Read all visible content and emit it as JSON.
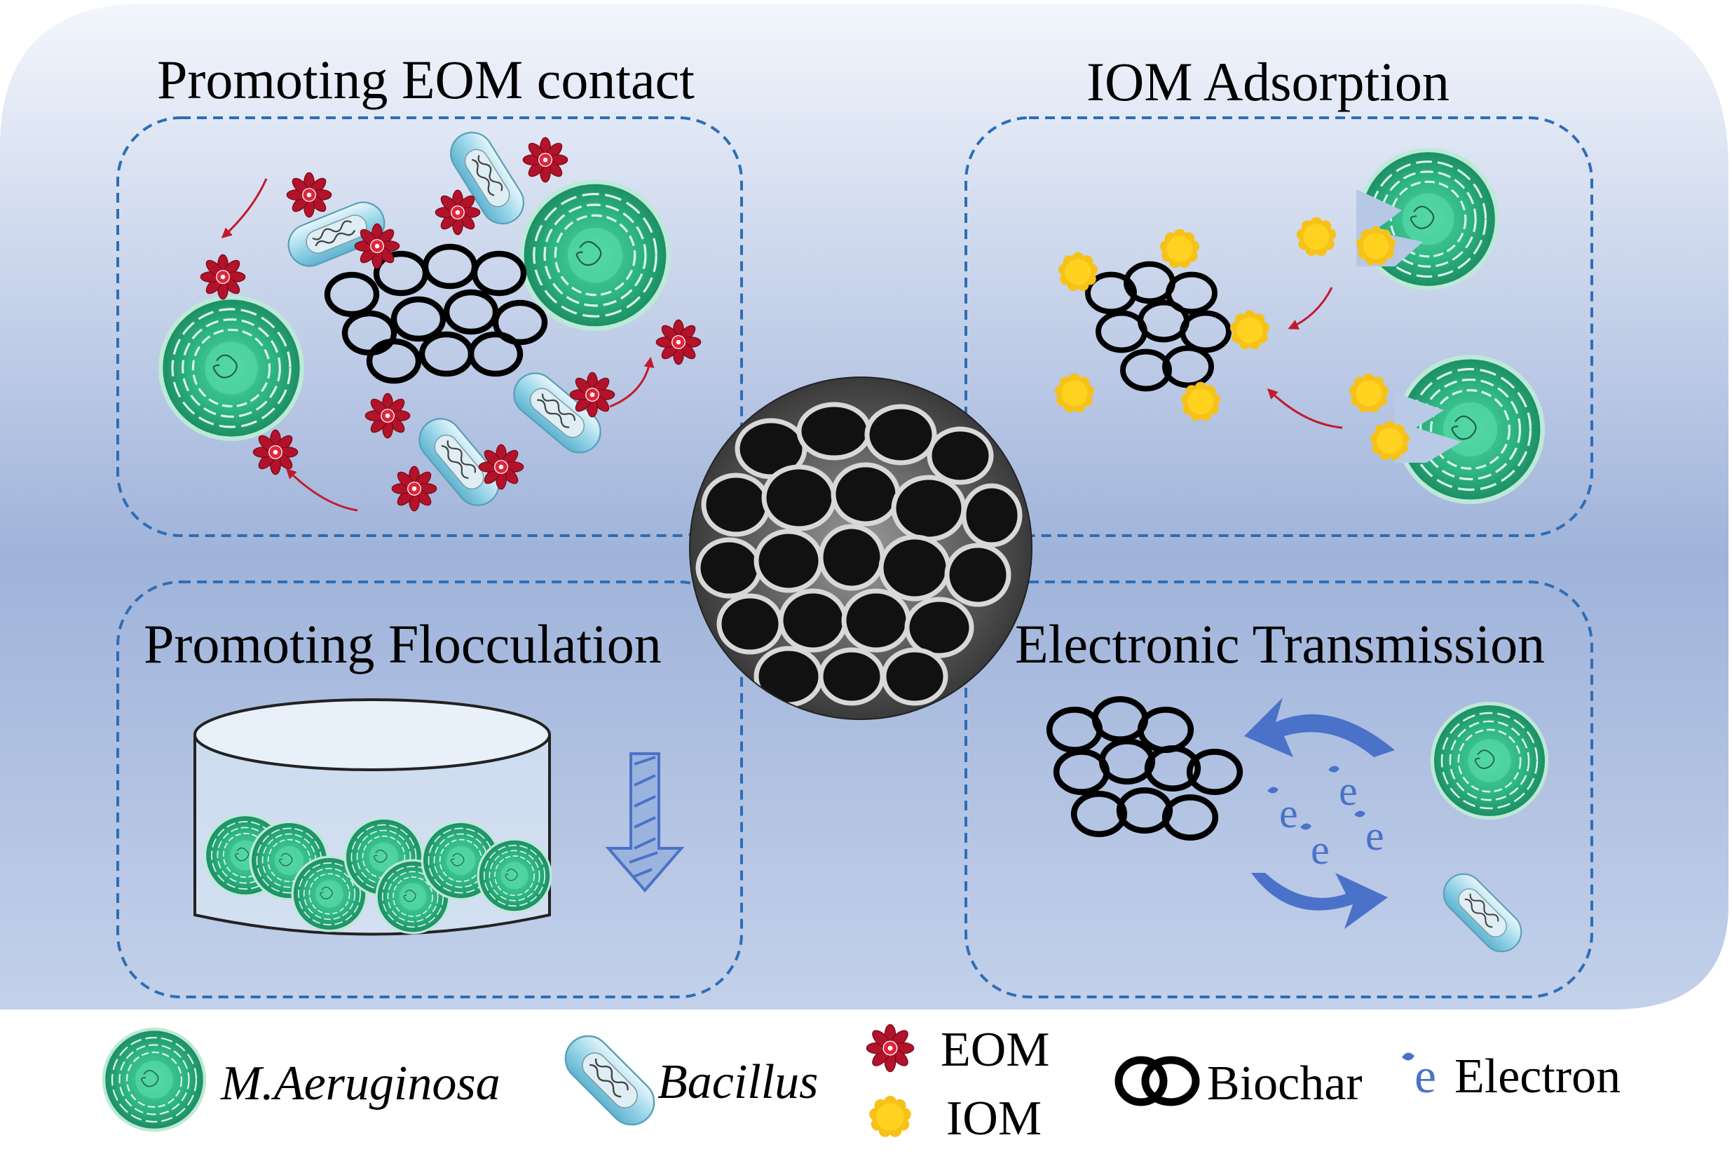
{
  "colors": {
    "background_top": "#f2f5fb",
    "background_mid": "#9db1d9",
    "background_bottom": "#c6d3ec",
    "panel_border": "#2e6db5",
    "eom": "#b3132a",
    "iom": "#f6c21a",
    "cell": "#2fb886",
    "electron": "#4a72c8",
    "biochar": "#000000"
  },
  "panels": {
    "eom_contact": {
      "title": "Promoting EOM contact"
    },
    "iom_adsorption": {
      "title": "IOM Adsorption"
    },
    "flocculation": {
      "title": "Promoting Flocculation"
    },
    "electronic": {
      "title": "Electronic Transmission",
      "electron_glyphs": [
        "e",
        "e",
        "e",
        "e"
      ]
    }
  },
  "center_image": {
    "icon": "porous-biochar-sem-icon"
  },
  "legend": {
    "m_aeruginosa": {
      "label": "M.Aeruginosa",
      "icon": "m-aeruginosa-cell-icon"
    },
    "bacillus": {
      "label": "Bacillus",
      "icon": "bacillus-icon"
    },
    "eom": {
      "label": "EOM",
      "icon": "eom-flower-icon"
    },
    "iom": {
      "label": "IOM",
      "icon": "iom-flower-icon"
    },
    "biochar": {
      "label": "Biochar",
      "icon": "biochar-rings-icon"
    },
    "electron": {
      "label": "Electron",
      "glyph": "e",
      "icon": "electron-icon"
    }
  }
}
